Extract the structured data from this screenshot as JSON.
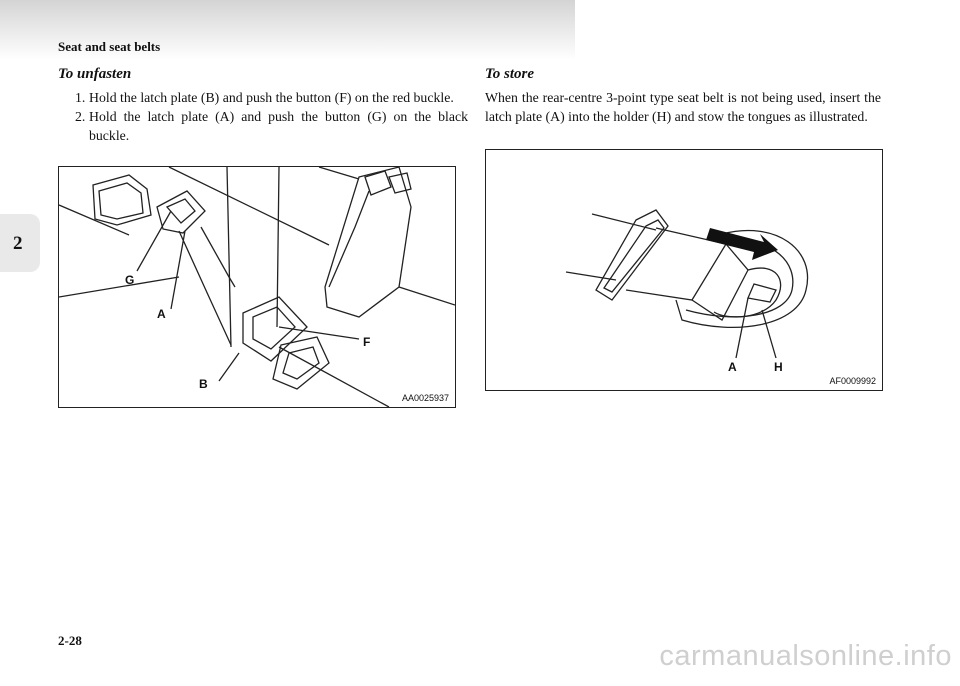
{
  "header": {
    "title": "Seat and seat belts"
  },
  "chapter": {
    "number": "2"
  },
  "unfasten": {
    "heading": "To unfasten",
    "steps": [
      {
        "num": "1.",
        "text": "Hold the latch plate (B) and push the button (F) on the red buckle."
      },
      {
        "num": "2.",
        "text": "Hold the latch plate (A) and push the button (G) on the black buckle."
      }
    ],
    "figure": {
      "code": "AA0025937",
      "callouts": {
        "g": "G",
        "a": "A",
        "b": "B",
        "f": "F"
      }
    }
  },
  "store": {
    "heading": "To store",
    "text": "When the rear-centre 3-point type seat belt is not being used, insert the latch plate (A) into the holder (H) and stow the tongues as illustrated.",
    "figure": {
      "code": "AF0009992",
      "callouts": {
        "a": "A",
        "h": "H"
      }
    }
  },
  "footer": {
    "page": "2-28",
    "watermark": "carmanualsonline.info"
  }
}
